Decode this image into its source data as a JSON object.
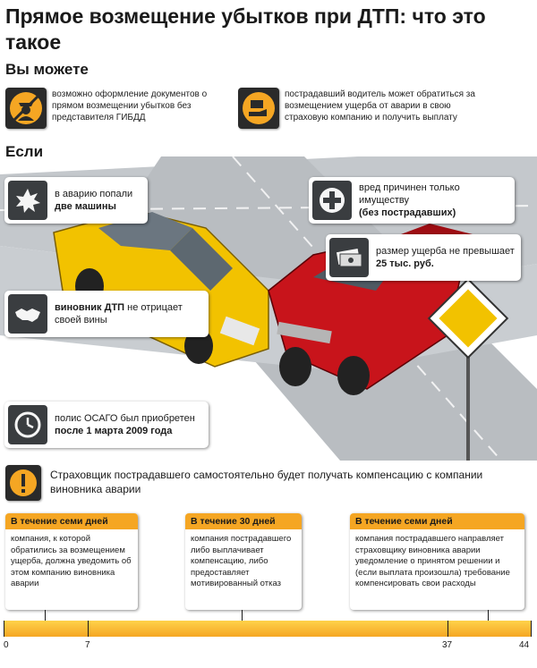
{
  "title": "Прямое возмещение убытков при ДТП: что это такое",
  "you_can": {
    "heading": "Вы можете",
    "items": [
      {
        "icon": "police-officer-icon",
        "text": "возможно оформление документов о прямом возмещении убытков без представителя ГИБДД"
      },
      {
        "icon": "money-hand-icon",
        "text": "пострадавший водитель может обратиться за возмещением ущерба от аварии в свою страховую компанию и получить выплату"
      }
    ]
  },
  "if_section": {
    "heading": "Если",
    "conditions": {
      "two_cars": {
        "icon": "crash-icon",
        "text": "в аварию попали",
        "bold": "две машины"
      },
      "property": {
        "icon": "medical-cross-icon",
        "text": "вред причинен только имуществу",
        "bold": "(без пострадавших)"
      },
      "damage": {
        "icon": "banknotes-icon",
        "text": "размер ущерба не превышает",
        "bold": "25 тыс. руб."
      },
      "culprit": {
        "icon": "handshake-icon",
        "bold": "виновник ДТП",
        "text": "не отрицает своей вины"
      },
      "policy": {
        "icon": "clock-icon",
        "text": "полис ОСАГО был приобретен",
        "bold": "после 1 марта 2009 года"
      }
    }
  },
  "note": {
    "icon": "warning-icon",
    "text": "Страховщик пострадавшего самостоятельно будет получать компенсацию с компании виновника аварии"
  },
  "steps": [
    {
      "header": "В течение семи дней",
      "text": "компания, к которой обратились за возмещением ущерба, должна уведомить об этом компанию виновника аварии"
    },
    {
      "header": "В течение 30 дней",
      "text": "компания пострадавшего либо выплачивает компенсацию, либо предоставляет мотивированный отказ"
    },
    {
      "header": "В течение семи дней",
      "text": "компания пострадавшего направляет страховщику виновника аварии уведомление о принятом решении и (если выплата произошла) требование компенсировать свои расходы"
    }
  ],
  "timeline": {
    "labels": [
      "0",
      "7",
      "37",
      "44"
    ]
  },
  "colors": {
    "accent": "#f5a623",
    "taxi": "#f2c200",
    "pickup": "#c8141b",
    "road": "#b9bdc1",
    "icon_bg": "#3a3d40"
  }
}
